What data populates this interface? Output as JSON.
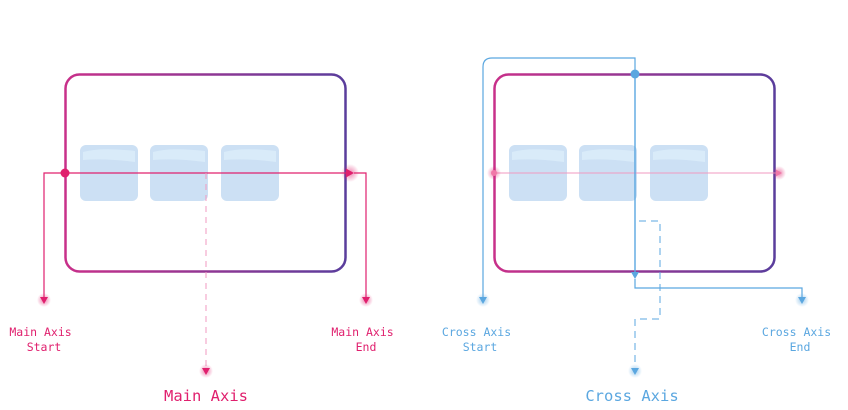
{
  "colors": {
    "main": "#e0206e",
    "main_light": "#f09ac0",
    "cross": "#5ba7e0",
    "container_start": "#c8308a",
    "container_end": "#5a3d9c",
    "item_fill": "#cce0f4",
    "item_sheen": "#dcedfa"
  },
  "main_panel": {
    "start_label": [
      "Main Axis",
      "Start"
    ],
    "end_label": [
      "Main Axis",
      "End"
    ],
    "axis_title": "Main Axis",
    "item_count": 3
  },
  "cross_panel": {
    "start_label": [
      "Cross Axis",
      "Start"
    ],
    "end_label": [
      "Cross Axis",
      "End"
    ],
    "axis_title": "Cross Axis",
    "item_count": 3
  }
}
